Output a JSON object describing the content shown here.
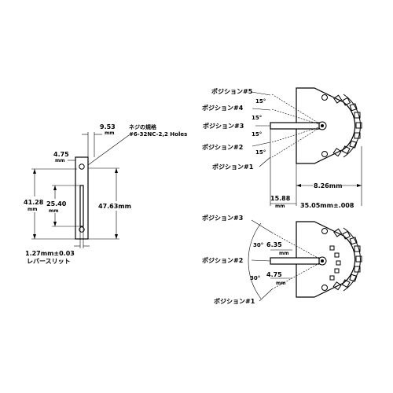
{
  "left_view": {
    "dim_top_width": "9.53",
    "dim_top_width_unit": "mm",
    "screw_spec_title": "ネジの規格",
    "screw_spec": "#6-32NC-2,2 Holes",
    "dim_width": "4.75",
    "dim_width_unit": "mm",
    "dim_outer_height": "41.28",
    "dim_outer_height_unit": "mm",
    "dim_slot_length": "25.40",
    "dim_slot_length_unit": "mm",
    "dim_total_height": "47.63mm",
    "dim_slot_width": "1.27mm±0.03",
    "slot_caption": "レバースリット"
  },
  "five_position_view": {
    "positions": [
      "ポジション#5",
      "ポジション#4",
      "ポジション#3",
      "ポジション#2",
      "ポジション#1"
    ],
    "angle_labels": [
      "15°",
      "15°",
      "15°",
      "15°"
    ],
    "dim_depth": "8.26mm",
    "dim_offset": "15.88",
    "dim_offset_unit": "mm",
    "dim_total_depth": "35.05mm±.008"
  },
  "three_position_view": {
    "positions": [
      "ポジション#3",
      "ポジション#2",
      "ポジション#1"
    ],
    "angle_labels": [
      "30°",
      "30°"
    ],
    "dim_a": "6.35",
    "dim_a_unit": "mm",
    "dim_b": "4.75",
    "dim_b_unit": "mm"
  }
}
